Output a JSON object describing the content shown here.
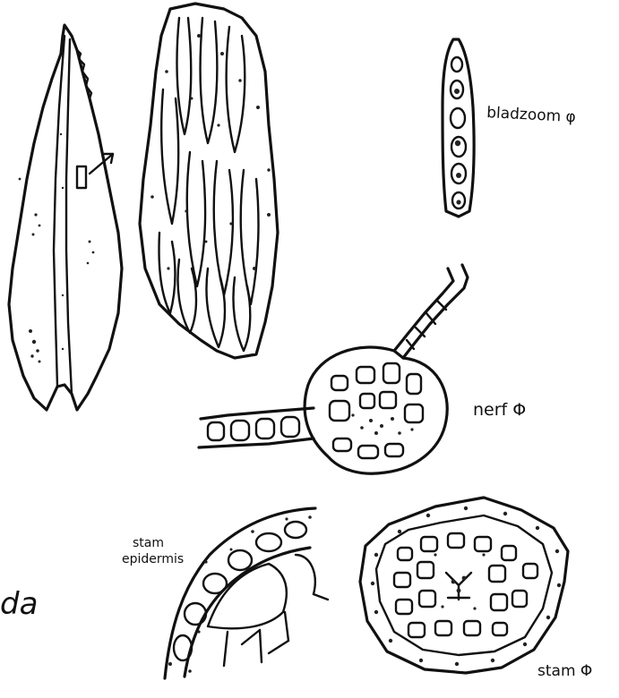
{
  "labels": {
    "leaf_cross_section": "bladzoom φ",
    "midrib_cross_section": "nerf Φ",
    "stem_epidermis": [
      "stam",
      "epidermis"
    ],
    "stem_cross_section": "stam Φ",
    "cropped_left_text": "da"
  },
  "colors": {
    "ink": "#111111",
    "paper": "#ffffff"
  }
}
